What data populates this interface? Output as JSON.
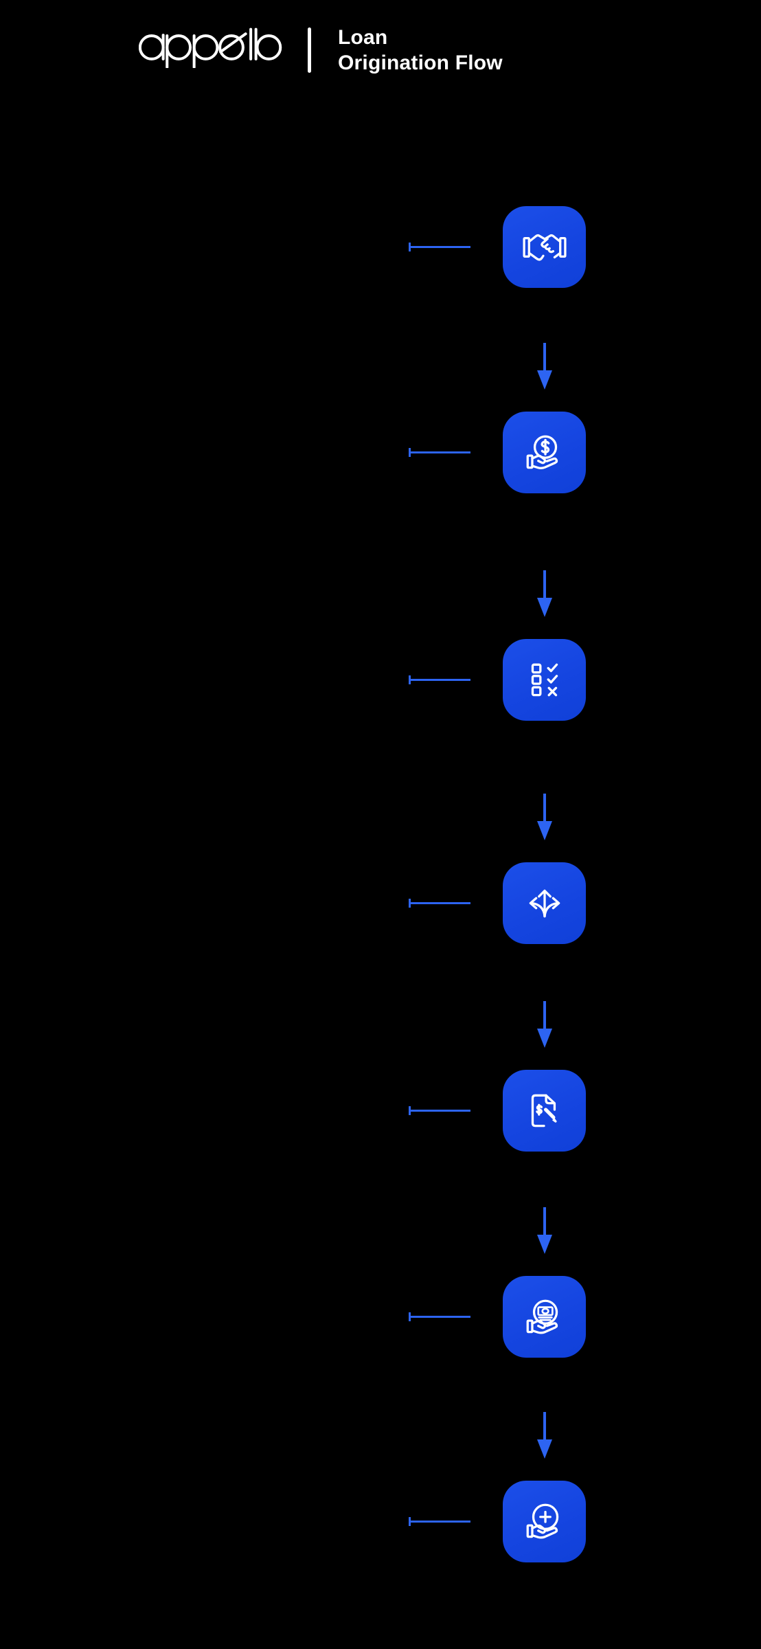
{
  "header": {
    "brand": "appello",
    "title_line1": "Loan",
    "title_line2": "Origination Flow"
  },
  "steps": [
    {
      "name": "handshake"
    },
    {
      "name": "coin-in-hand"
    },
    {
      "name": "checklist-approval"
    },
    {
      "name": "route-decision"
    },
    {
      "name": "loan-document-signing"
    },
    {
      "name": "cash-disbursement-in-hand"
    },
    {
      "name": "add-funds-in-hand"
    }
  ],
  "flow": {
    "direction": "down",
    "arrow_count": 6
  },
  "colors": {
    "background": "#000000",
    "tile_blue": "#1545e0",
    "connector_blue": "#2d64f2",
    "icon_stroke": "#ffffff",
    "header_text": "#ffffff"
  }
}
